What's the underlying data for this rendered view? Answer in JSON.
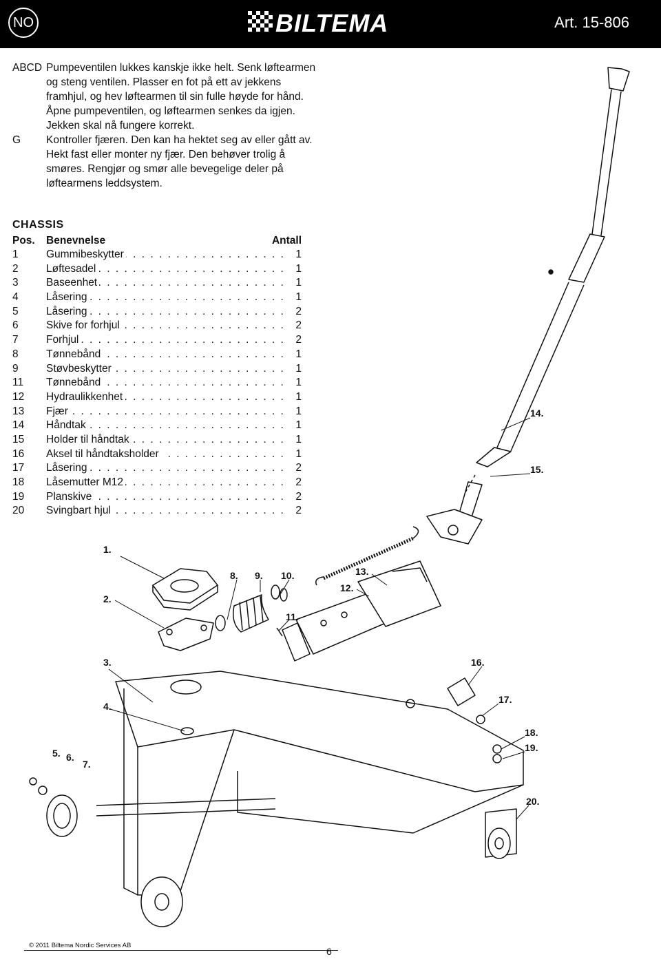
{
  "header": {
    "lang": "NO",
    "brand": "BILTEMA",
    "article": "Art. 15-806"
  },
  "notes": [
    {
      "code": "ABCD",
      "text": "Pumpeventilen lukkes kanskje ikke helt. Senk løftearmen og steng ventilen. Plasser en fot på ett av jekkens framhjul, og hev løftearmen til sin fulle høyde for hånd. Åpne pumpeventilen, og løftearmen senkes da igjen. Jekken skal nå fungere korrekt."
    },
    {
      "code": "G",
      "text": "Kontroller fjæren. Den kan ha hektet seg av eller gått av. Hekt fast eller monter ny fjær. Den behøver trolig å smøres. Rengjør og smør alle bevegelige deler på løftearmens leddsystem."
    }
  ],
  "chassis": {
    "title": "CHASSIS",
    "col_pos": "Pos.",
    "col_name": "Benevnelse",
    "col_qty": "Antall",
    "rows": [
      {
        "pos": "1",
        "name": "Gummibeskytter",
        "qty": "1"
      },
      {
        "pos": "2",
        "name": "Løftesadel",
        "qty": "1"
      },
      {
        "pos": "3",
        "name": "Baseenhet",
        "qty": "1"
      },
      {
        "pos": "4",
        "name": "Låsering",
        "qty": "1"
      },
      {
        "pos": "5",
        "name": "Låsering",
        "qty": "2"
      },
      {
        "pos": "6",
        "name": "Skive for forhjul",
        "qty": "2"
      },
      {
        "pos": "7",
        "name": "Forhjul",
        "qty": "2"
      },
      {
        "pos": "8",
        "name": "Tønnebånd",
        "qty": "1"
      },
      {
        "pos": "9",
        "name": "Støvbeskytter",
        "qty": "1"
      },
      {
        "pos": "11",
        "name": "Tønnebånd",
        "qty": "1"
      },
      {
        "pos": "12",
        "name": "Hydraulikkenhet",
        "qty": "1"
      },
      {
        "pos": "13",
        "name": "Fjær",
        "qty": "1"
      },
      {
        "pos": "14",
        "name": "Håndtak",
        "qty": "1"
      },
      {
        "pos": "15",
        "name": "Holder til håndtak",
        "qty": "1"
      },
      {
        "pos": "16",
        "name": "Aksel til håndtaksholder",
        "qty": "1"
      },
      {
        "pos": "17",
        "name": "Låsering",
        "qty": "2"
      },
      {
        "pos": "18",
        "name": "Låsemutter M12",
        "qty": "2"
      },
      {
        "pos": "19",
        "name": "Planskive",
        "qty": "2"
      },
      {
        "pos": "20",
        "name": "Svingbart hjul",
        "qty": "2"
      }
    ]
  },
  "callouts": {
    "c1": "1.",
    "c2": "2.",
    "c3": "3.",
    "c4": "4.",
    "c5": "5.",
    "c6": "6.",
    "c7": "7.",
    "c8": "8.",
    "c9": "9.",
    "c10": "10.",
    "c11": "11.",
    "c12": "12.",
    "c13": "13.",
    "c14": "14.",
    "c15": "15.",
    "c16": "16.",
    "c17": "17.",
    "c18": "18.",
    "c19": "19.",
    "c20": "20."
  },
  "footer": {
    "copyright": "© 2011 Biltema Nordic Services AB",
    "page": "6"
  }
}
